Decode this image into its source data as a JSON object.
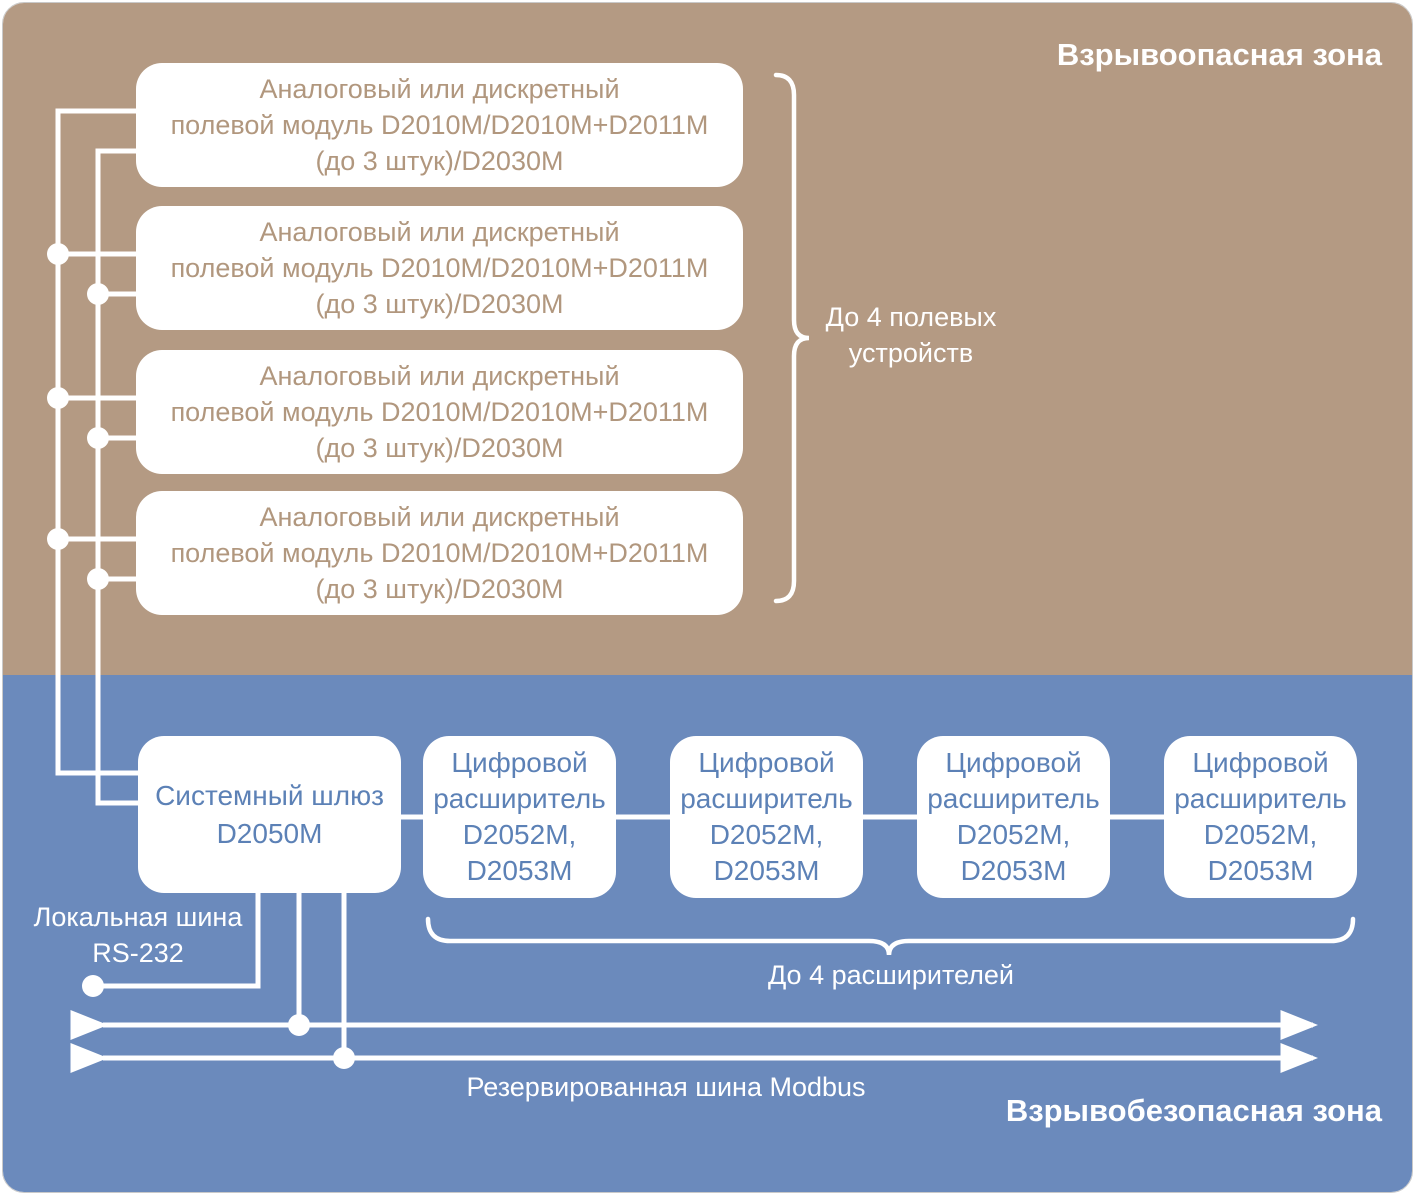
{
  "zones": {
    "hazardous": {
      "label": "Взрывоопасная зона",
      "bg_color": "#b49a83"
    },
    "safe": {
      "label": "Взрывобезопасная зона",
      "bg_color": "#6b8abc"
    }
  },
  "field_modules": {
    "count": 4,
    "line1": "Аналоговый или дискретный",
    "line2": "полевой модуль D2010M/D2010M+D2011M",
    "line3": "(до 3 штук)/D2030M",
    "text_color": "#b1977e",
    "brace_label_line1": "До 4 полевых",
    "brace_label_line2": "устройств"
  },
  "gateway": {
    "line1": "Системный шлюз",
    "line2": "D2050M",
    "text_color": "#5c81b6"
  },
  "expanders": {
    "count": 4,
    "line1": "Цифровой",
    "line2": "расширитель",
    "line3": "D2052M,",
    "line4": "D2053M",
    "brace_label": "До 4 расширителей"
  },
  "buses": {
    "local": {
      "line1": "Локальная шина",
      "line2": "RS-232"
    },
    "modbus": {
      "label": "Резервированная шина Modbus"
    }
  },
  "wire_color": "#ffffff"
}
